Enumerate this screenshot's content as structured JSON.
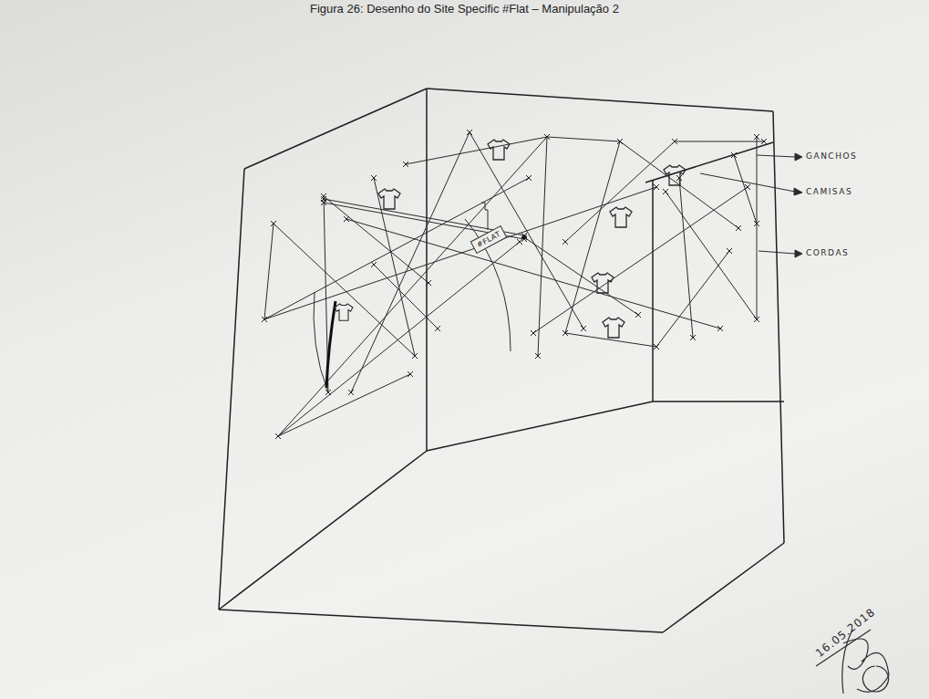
{
  "diagram": {
    "caption": "Figura 26: Desenho do Site Specific #Flat – Manipulação 2",
    "nodes": [
      {
        "text": [
          "#FLAT"
        ]
      }
    ],
    "labels": [
      "GANCHOS",
      "CAMISAS",
      "CORDAS",
      "16.05.2018"
    ]
  }
}
